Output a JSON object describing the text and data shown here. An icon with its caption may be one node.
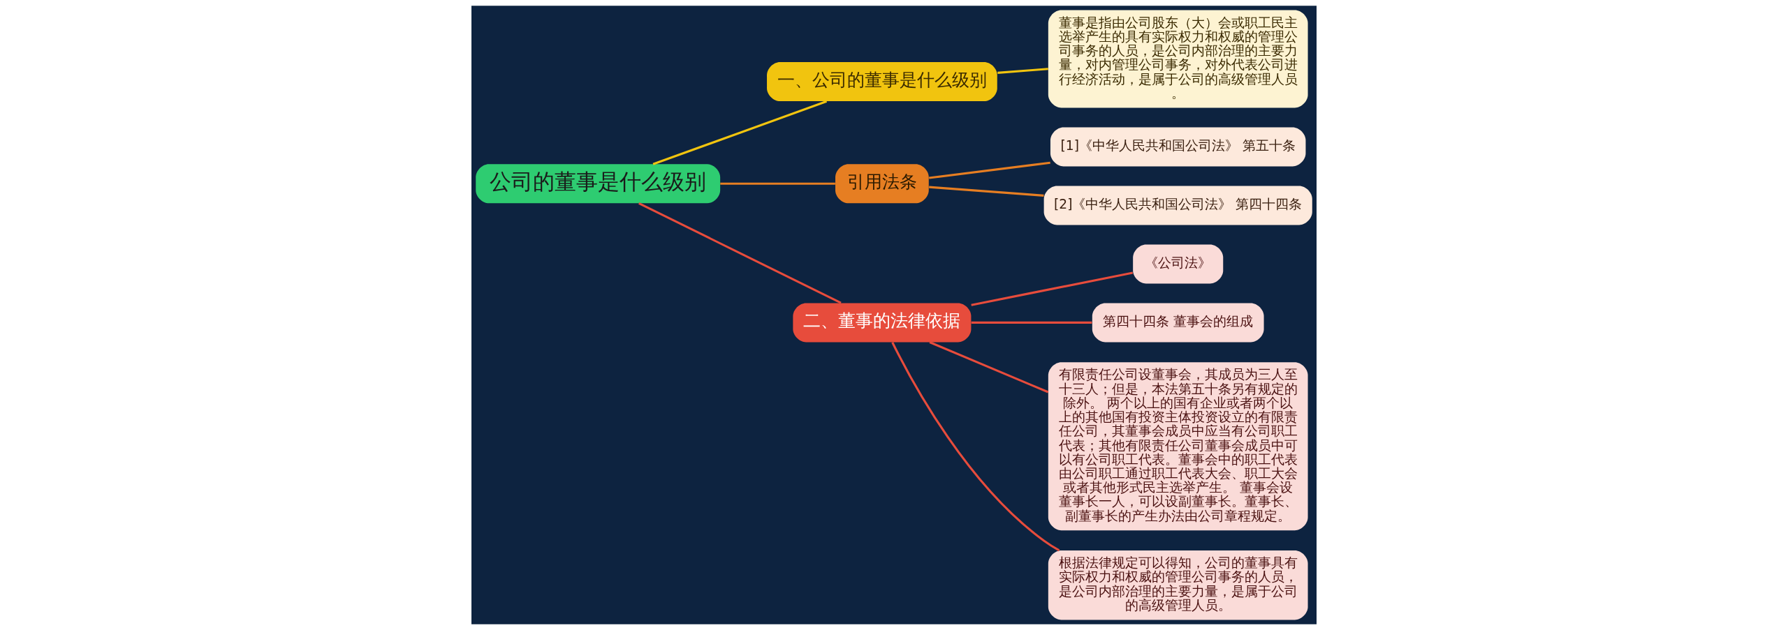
{
  "diagram": {
    "nodes": [
      {
        "text": [
          "公司的董事是什么级别"
        ]
      },
      {
        "text": [
          "一、公司的董事是什么级别"
        ]
      },
      {
        "text": [
          "董事是指由公司股东（大）会或职工民主选举产生的具有实际权力和权威的管理公司事务的人员，是公司内部治理的主要力量，对内管理公司事务，对外代表公司进行经济活动，是属于公司的高级管理人员。"
        ]
      },
      {
        "text": [
          "引用法条"
        ]
      },
      {
        "text": [
          "[1]《中华人民共和国公司法》 第五十条"
        ]
      },
      {
        "text": [
          "[2]《中华人民共和国公司法》 第四十四条"
        ]
      },
      {
        "text": [
          "二、董事的法律依据"
        ]
      },
      {
        "text": [
          "《公司法》"
        ]
      },
      {
        "text": [
          "第四十四条 董事会的组成"
        ]
      },
      {
        "text": [
          "有限责任公司设董事会，其成员为三人至十三人；但是，本法第五十条另有规定的除外。 两个以上的国有企业或者两个以上的其他国有投资主体投资设立的有限责任公司，其董事会成员中应当有公司职工代表；其他有限责任公司董事会成员中可以有公司职工代表。董事会中的职工代表由公司职工通过职工代表大会、职工大会或者其他形式民主选举产生。 董事会设董事长一人，可以设副董事长。董事长、副董事长的产生办法由公司章程规定。"
        ]
      },
      {
        "text": [
          "根据法律规定可以得知，公司的董事具有实际权力和权威的管理公司事务的人员，是公司内部治理的主要力量，是属于公司的高级管理人员。"
        ]
      }
    ],
    "edges": [
      {
        "from": 0,
        "to": 1,
        "arrow": "none",
        "color": "#f1c40f"
      },
      {
        "from": 1,
        "to": 2,
        "arrow": "none",
        "color": "#f1c40f"
      },
      {
        "from": 0,
        "to": 3,
        "arrow": "none",
        "color": "#e67e22"
      },
      {
        "from": 3,
        "to": 4,
        "arrow": "none",
        "color": "#e67e22"
      },
      {
        "from": 3,
        "to": 5,
        "arrow": "none",
        "color": "#e67e22"
      },
      {
        "from": 0,
        "to": 6,
        "arrow": "none"
      },
      {
        "from": 6,
        "to": 7,
        "arrow": "none"
      },
      {
        "from": 6,
        "to": 8,
        "arrow": "none"
      },
      {
        "from": 6,
        "to": 9,
        "arrow": "none"
      },
      {
        "from": 6,
        "to": 10,
        "arrow": "none"
      }
    ]
  }
}
